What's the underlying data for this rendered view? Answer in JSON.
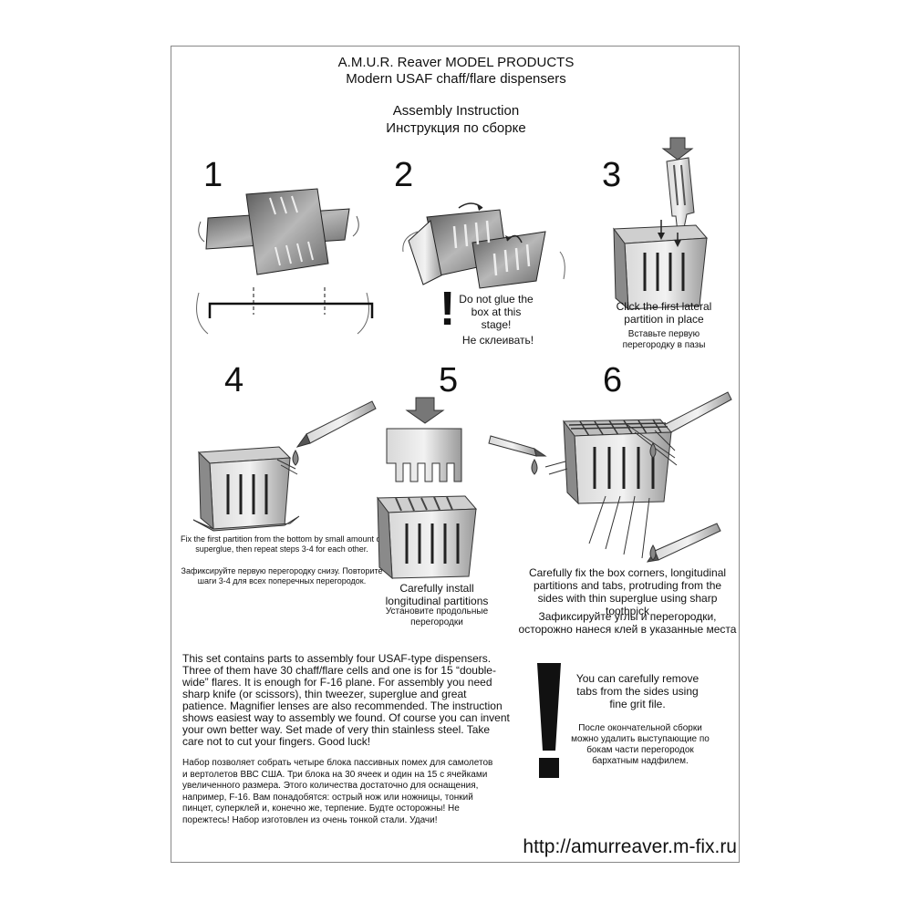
{
  "header": {
    "line1": "A.M.U.R. Reaver MODEL PRODUCTS",
    "line2": "Modern USAF chaff/flare dispensers",
    "title_en": "Assembly Instruction",
    "title_ru": "Инструкция по сборке"
  },
  "steps": [
    {
      "number": "1"
    },
    {
      "number": "2",
      "warning_mark": "!",
      "caption_en": "Do not glue the box at this stage!",
      "caption_ru": "Не склеивать!"
    },
    {
      "number": "3",
      "caption_en": "Click the first lateral partition in place",
      "caption_ru": "Вставьте первую перегородку в пазы"
    },
    {
      "number": "4",
      "caption_en": "Fix the first partition from the bottom by small amount of superglue, then repeat steps 3-4 for each other.",
      "caption_ru": "Зафиксируйте первую перегородку снизу. Повторите шаги 3-4 для всех поперечных перегородок."
    },
    {
      "number": "5",
      "caption_en": "Carefully install longitudinal partitions",
      "caption_ru": "Установите продольные перегородки"
    },
    {
      "number": "6",
      "caption_en": "Carefully fix the box corners, longitudinal partitions and tabs, protruding from the sides with thin superglue using sharp toothpick",
      "caption_ru": "Зафиксируйте углы и перегородки, осторожно нанеся клей в указанные места"
    }
  ],
  "intro_en": "This set contains parts to assembly four USAF-type dispensers. Three of them have 30 chaff/flare cells and one is for 15 “double-wide” flares. It is enough for F-16 plane. For assembly you need sharp knife (or scissors), thin tweezer, superglue and great patience. Magnifier lenses are also recommended. The instruction shows easiest way to assembly we found. Of course you can invent your own better way. Set made of very thin stainless steel. Take care not to cut your fingers. Good luck!",
  "intro_ru": "Набор позволяет собрать четыре блока пассивных помех для самолетов и вертолетов ВВС США. Три блока на 30 ячеек и один на 15 с ячейками увеличенного размера. Этого количества достаточно для оснащения, например, F-16. Вам понадобятся: острый нож или ножницы, тонкий пинцет, суперклей и, конечно же, терпение. Будте осторожны! Не порежтесь! Набор изготовлен из очень тонкой стали. Удачи!",
  "note": {
    "mark": "!",
    "text_en": "You can carefully remove tabs from the sides using fine grit file.",
    "text_ru": "После окончательной сборки можно удалить выступающие по бокам части перегородок бархатным надфилем."
  },
  "url": "http://amurreaver.m-fix.ru"
}
